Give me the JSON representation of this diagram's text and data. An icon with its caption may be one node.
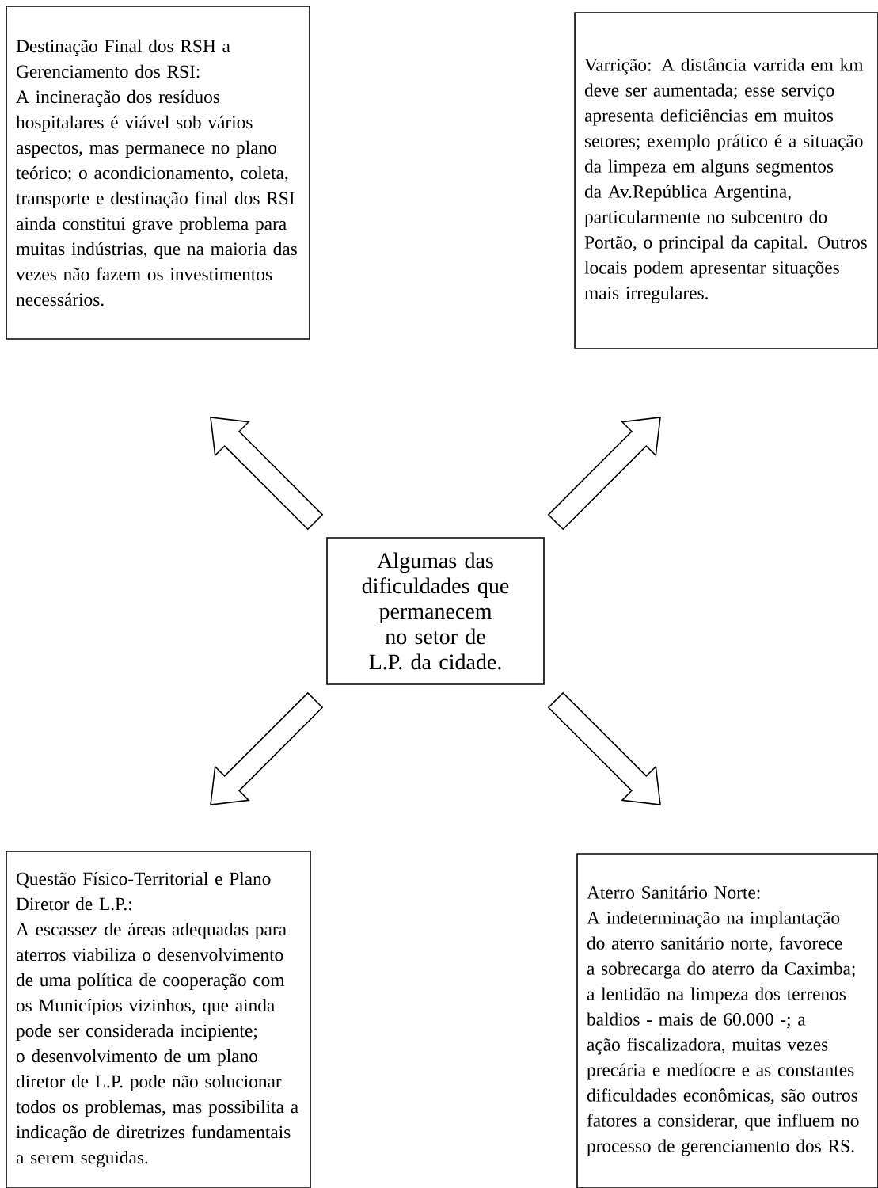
{
  "diagram": {
    "nodes": [
      {
        "text": [
          "Algumas das dificuldades que permanecem no setor de L.P. da cidade."
        ]
      },
      {
        "text": [
          "Destinação Final dos RSH a Gerenciamento dos RSI:",
          "A incineração dos resíduos hospitalares é viável sob vários aspectos, mas permanece no plano teórico; o acondicionamento, coleta, transporte e destinação final dos RSI ainda constitui grave problema para muitas indústrias, que na maioria das vezes não fazem os investimentos necessários."
        ]
      },
      {
        "text": [
          "Varrição:",
          "A distância varrida em km deve ser aumentada; esse serviço apresenta deficiências em muitos setores; exemplo prático é a situação da limpeza em alguns segmentos da Av.República Argentina, particularmente no subcentro do Portão, o principal da capital. Outros locais podem apresentar situações mais irregulares."
        ]
      },
      {
        "text": [
          "Questão Físico-Territorial e Plano Diretor de L.P.:",
          "A escassez de áreas adequadas para aterros viabiliza o desenvolvimento de uma política de cooperação com os Municípios vizinhos, que ainda pode ser considerada incipiente; o desenvolvimento de um plano diretor de L.P. pode não solucionar todos os problemas, mas possibilita a indicação de diretrizes fundamentais a serem seguidas."
        ]
      },
      {
        "text": [
          "Aterro Sanitário Norte:",
          "A indeterminação na implantação do aterro sanitário norte, favorece a sobrecarga do aterro da Caximba; a lentidão na limpeza dos terrenos baldios - mais de 60.000 -; a ação fiscalizadora, muitas vezes precária e medíocre e as constantes dificuldades econômicas, são outros fatores a considerar, que influem no processo de gerenciamento dos RS."
        ]
      }
    ],
    "edges": [
      {
        "from": 0,
        "to": 1,
        "arrow": "to"
      },
      {
        "from": 0,
        "to": 2,
        "arrow": "to"
      },
      {
        "from": 0,
        "to": 3,
        "arrow": "to"
      },
      {
        "from": 0,
        "to": 4,
        "arrow": "to"
      }
    ]
  }
}
